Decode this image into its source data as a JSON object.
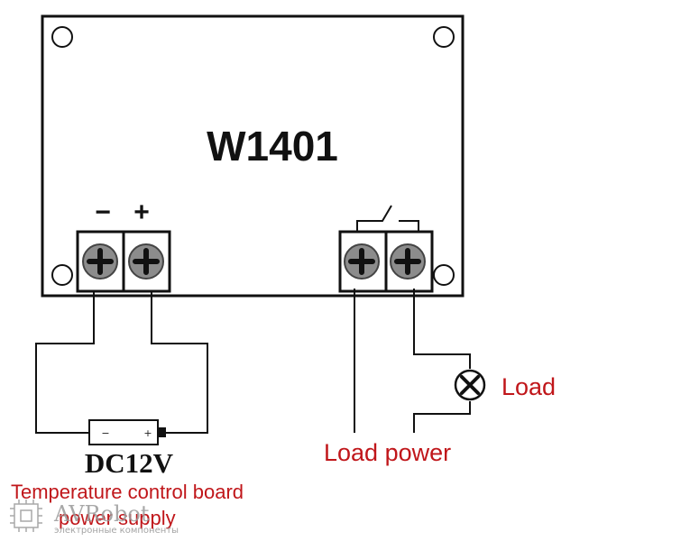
{
  "board": {
    "model": "W1401",
    "minus_sign": "−",
    "plus_sign": "+"
  },
  "battery": {
    "minus_sign": "−",
    "plus_sign": "+",
    "label": "DC12V"
  },
  "load": {
    "label": "Load",
    "power_label": "Load power"
  },
  "caption": {
    "line1": "Temperature control board",
    "line2": "power supply"
  },
  "watermark": {
    "brand": "AVRobot",
    "tagline": "электронные компоненты"
  },
  "colors": {
    "outline": "#111111",
    "accent_red": "#c0161a",
    "screw_fill": "#8c8c8c"
  },
  "icons": {
    "terminal_screw": "screw-cross-icon",
    "load_lamp": "lamp-cross-icon",
    "relay_switch": "switch-symbol-icon"
  }
}
